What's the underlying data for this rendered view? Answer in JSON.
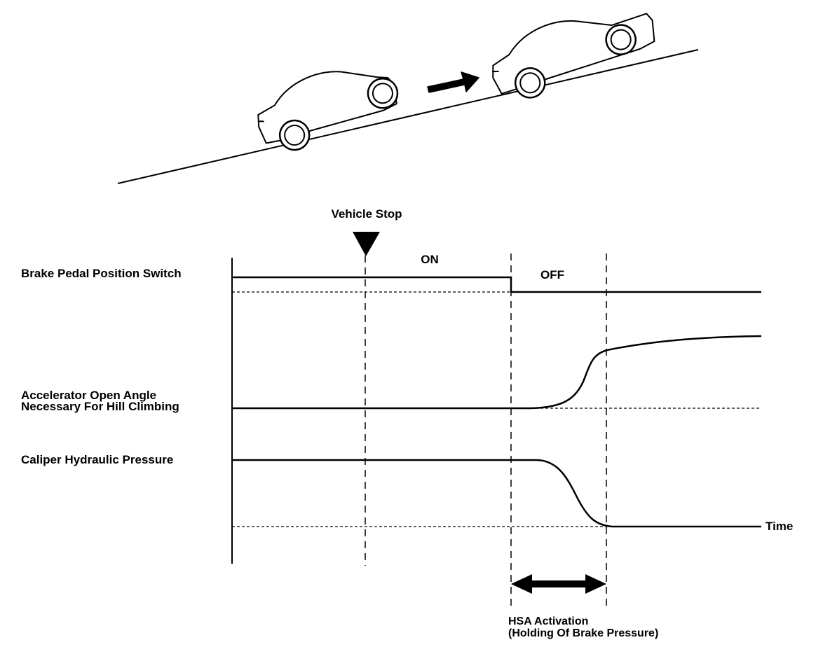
{
  "labels": {
    "vehicle_stop": "Vehicle Stop",
    "on": "ON",
    "off": "OFF",
    "brake_switch": "Brake Pedal Position Switch",
    "accel_line1": "Accelerator Open Angle",
    "accel_line2": "Necessary For Hill Climbing",
    "caliper": "Caliper Hydraulic Pressure",
    "time": "Time",
    "hsa_line1": "HSA Activation",
    "hsa_line2": "(Holding Of Brake Pressure)"
  },
  "colors": {
    "ink": "#000000",
    "background": "#ffffff"
  },
  "icons": [
    "car-icon",
    "direction-arrow-icon",
    "vehicle-stop-marker-icon",
    "double-headed-arrow-icon"
  ]
}
